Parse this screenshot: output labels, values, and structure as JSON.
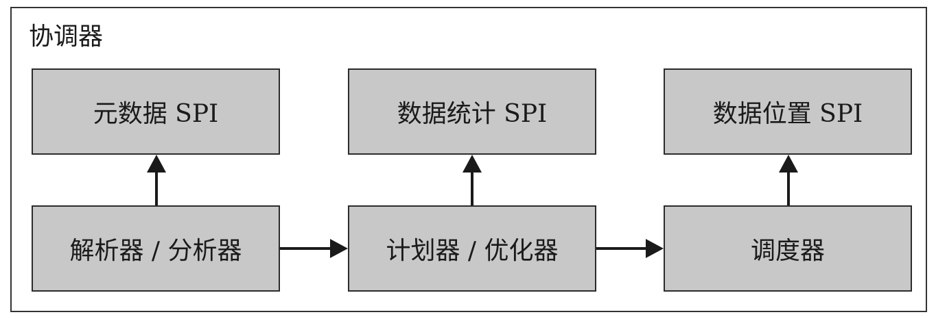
{
  "coordinator": {
    "title": "协调器"
  },
  "boxes": {
    "metadata_spi": "元数据 SPI",
    "data_stats_spi": "数据统计 SPI",
    "data_location_spi": "数据位置 SPI",
    "parser_analyzer": "解析器 / 分析器",
    "planner_optimizer": "计划器 / 优化器",
    "scheduler": "调度器"
  },
  "colors": {
    "box_fill": "#c8c8c8",
    "border": "#2b2b2b",
    "text": "#1a1a1a",
    "background": "#ffffff"
  }
}
